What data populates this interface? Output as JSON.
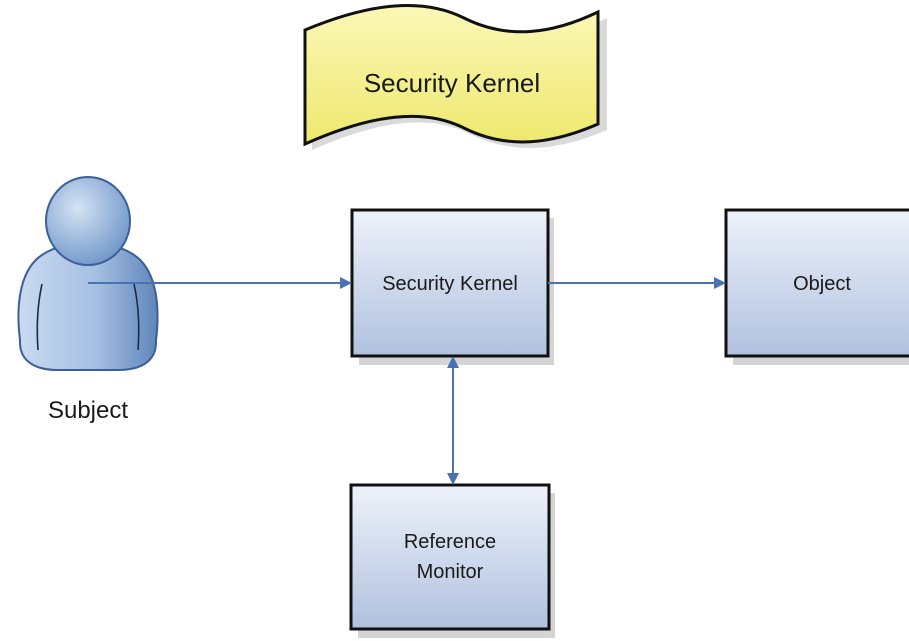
{
  "diagram": {
    "banner": {
      "label": "Security Kernel"
    },
    "subject": {
      "label": "Subject"
    },
    "kernel_box": {
      "label": "Security Kernel"
    },
    "object_box": {
      "label": "Object"
    },
    "monitor_box": {
      "line1": "Reference",
      "line2": "Monitor"
    }
  },
  "colors": {
    "arrow": "#4a72b0",
    "box_fill_top": "#e9eef8",
    "box_fill_bottom": "#b4c4e0",
    "box_border": "#111111",
    "banner_fill": "#f7f39a",
    "person_fill": "#8fb0da"
  }
}
